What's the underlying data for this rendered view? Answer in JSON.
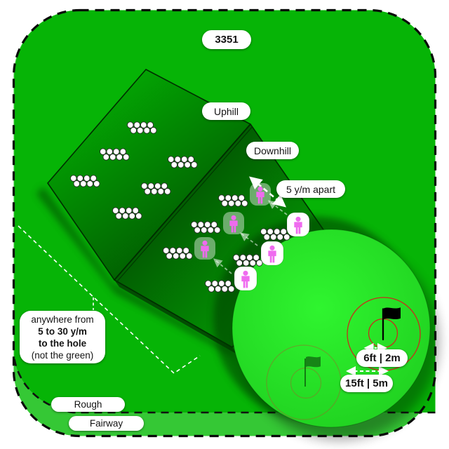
{
  "course": {
    "badge": "3351",
    "labels": {
      "uphill": "Uphill",
      "downhill": "Downhill",
      "spacing": "5 y/m apart",
      "rough": "Rough",
      "fairway": "Fairway"
    },
    "note": {
      "line1": "anywhere from",
      "line2": "5 to 30 y/m",
      "line3": "to the hole",
      "line4": "(not the green)"
    },
    "target": {
      "inner_radius_label": "6ft | 2m",
      "outer_radius_label": "15ft | 5m"
    },
    "counts": {
      "ball_clusters": 12,
      "balls_per_cluster": 8,
      "players": 3,
      "ghost_players": 3
    },
    "icons": {
      "player": "person-icon",
      "ghost_player": "ghost-person-icon",
      "pin": "flag-icon",
      "ghost_pin": "ghost-flag-icon",
      "balls": "golf-ball-cluster"
    },
    "colors": {
      "rough_green": "#06b406",
      "fairway_green": "#35c835",
      "putting_green_light": "#2ff52f",
      "putting_green_edge": "#1fce1f",
      "slope_light": "#03a503",
      "slope_dark": "#015d01",
      "player_pink": "#ef6bef",
      "target_ring_red": "#c5301c",
      "flag_black": "#000000",
      "ball_white": "#ffffff"
    }
  }
}
